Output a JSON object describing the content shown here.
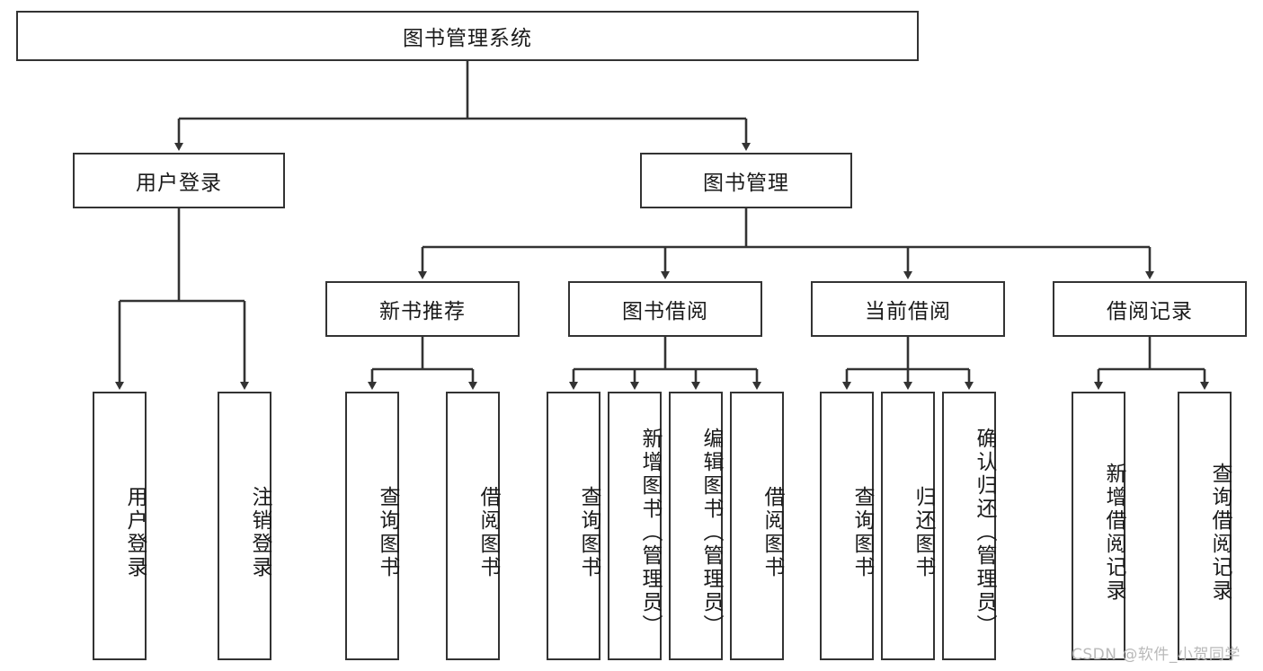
{
  "diagram": {
    "title": "图书管理系统",
    "type": "tree-hierarchy-diagram",
    "colors": {
      "box_border": "#333333",
      "box_fill": "#ffffff",
      "edge": "#333333",
      "text": "#1a1a1a",
      "watermark": "#b9b9b9",
      "background": "#ffffff"
    },
    "root": {
      "label": "图书管理系统"
    },
    "level2": [
      {
        "label": "用户登录"
      },
      {
        "label": "图书管理"
      }
    ],
    "level3": [
      {
        "label": "新书推荐"
      },
      {
        "label": "图书借阅"
      },
      {
        "label": "当前借阅"
      },
      {
        "label": "借阅记录"
      }
    ],
    "leaves": {
      "user_login": [
        {
          "label": "用户登录"
        },
        {
          "label": "注销登录"
        }
      ],
      "new_book_recommend": [
        {
          "label": "查询图书"
        },
        {
          "label": "借阅图书"
        }
      ],
      "book_borrow": [
        {
          "label": "查询图书"
        },
        {
          "label": "新增图书（管理员）"
        },
        {
          "label": "编辑图书（管理员）"
        },
        {
          "label": "借阅图书"
        }
      ],
      "current_borrow": [
        {
          "label": "查询图书"
        },
        {
          "label": "归还图书"
        },
        {
          "label": "确认归还（管理员）"
        }
      ],
      "borrow_records": [
        {
          "label": "新增借阅记录"
        },
        {
          "label": "查询借阅记录"
        }
      ]
    }
  },
  "watermark": {
    "text": "CSDN @软件_小贺同学"
  }
}
